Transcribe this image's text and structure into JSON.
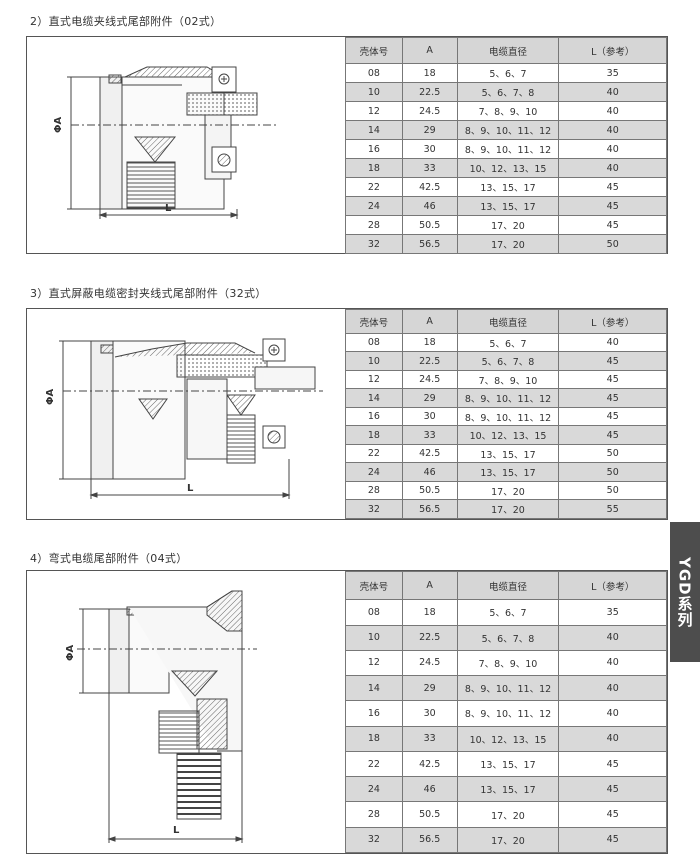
{
  "sections": [
    {
      "title": "2）直式电缆夹线式尾部附件（02式）",
      "headers": [
        "壳体号",
        "A",
        "电缆直径",
        "L（参考）"
      ],
      "dim_A": "ΦA",
      "dim_L": "L",
      "rows": [
        [
          "08",
          "18",
          "5、6、7",
          "35"
        ],
        [
          "10",
          "22.5",
          "5、6、7、8",
          "40"
        ],
        [
          "12",
          "24.5",
          "7、8、9、10",
          "40"
        ],
        [
          "14",
          "29",
          "8、9、10、11、12",
          "40"
        ],
        [
          "16",
          "30",
          "8、9、10、11、12",
          "40"
        ],
        [
          "18",
          "33",
          "10、12、13、15",
          "40"
        ],
        [
          "22",
          "42.5",
          "13、15、17",
          "45"
        ],
        [
          "24",
          "46",
          "13、15、17",
          "45"
        ],
        [
          "28",
          "50.5",
          "17、20",
          "45"
        ],
        [
          "32",
          "56.5",
          "17、20",
          "50"
        ]
      ]
    },
    {
      "title": "3）直式屏蔽电缆密封夹线式尾部附件（32式）",
      "headers": [
        "壳体号",
        "A",
        "电缆直径",
        "L（参考）"
      ],
      "dim_A": "ΦA",
      "dim_L": "L",
      "rows": [
        [
          "08",
          "18",
          "5、6、7",
          "40"
        ],
        [
          "10",
          "22.5",
          "5、6、7、8",
          "45"
        ],
        [
          "12",
          "24.5",
          "7、8、9、10",
          "45"
        ],
        [
          "14",
          "29",
          "8、9、10、11、12",
          "45"
        ],
        [
          "16",
          "30",
          "8、9、10、11、12",
          "45"
        ],
        [
          "18",
          "33",
          "10、12、13、15",
          "45"
        ],
        [
          "22",
          "42.5",
          "13、15、17",
          "50"
        ],
        [
          "24",
          "46",
          "13、15、17",
          "50"
        ],
        [
          "28",
          "50.5",
          "17、20",
          "50"
        ],
        [
          "32",
          "56.5",
          "17、20",
          "55"
        ]
      ]
    },
    {
      "title": "4）弯式电缆尾部附件（04式）",
      "headers": [
        "壳体号",
        "A",
        "电缆直径",
        "L（参考）"
      ],
      "dim_A": "ΦA",
      "dim_L": "L",
      "rows": [
        [
          "08",
          "18",
          "5、6、7",
          "35"
        ],
        [
          "10",
          "22.5",
          "5、6、7、8",
          "40"
        ],
        [
          "12",
          "24.5",
          "7、8、9、10",
          "40"
        ],
        [
          "14",
          "29",
          "8、9、10、11、12",
          "40"
        ],
        [
          "16",
          "30",
          "8、9、10、11、12",
          "40"
        ],
        [
          "18",
          "33",
          "10、12、13、15",
          "40"
        ],
        [
          "22",
          "42.5",
          "13、15、17",
          "45"
        ],
        [
          "24",
          "46",
          "13、15、17",
          "45"
        ],
        [
          "28",
          "50.5",
          "17、20",
          "45"
        ],
        [
          "32",
          "56.5",
          "17、20",
          "45"
        ]
      ]
    }
  ],
  "side_tab": "YGD系列"
}
